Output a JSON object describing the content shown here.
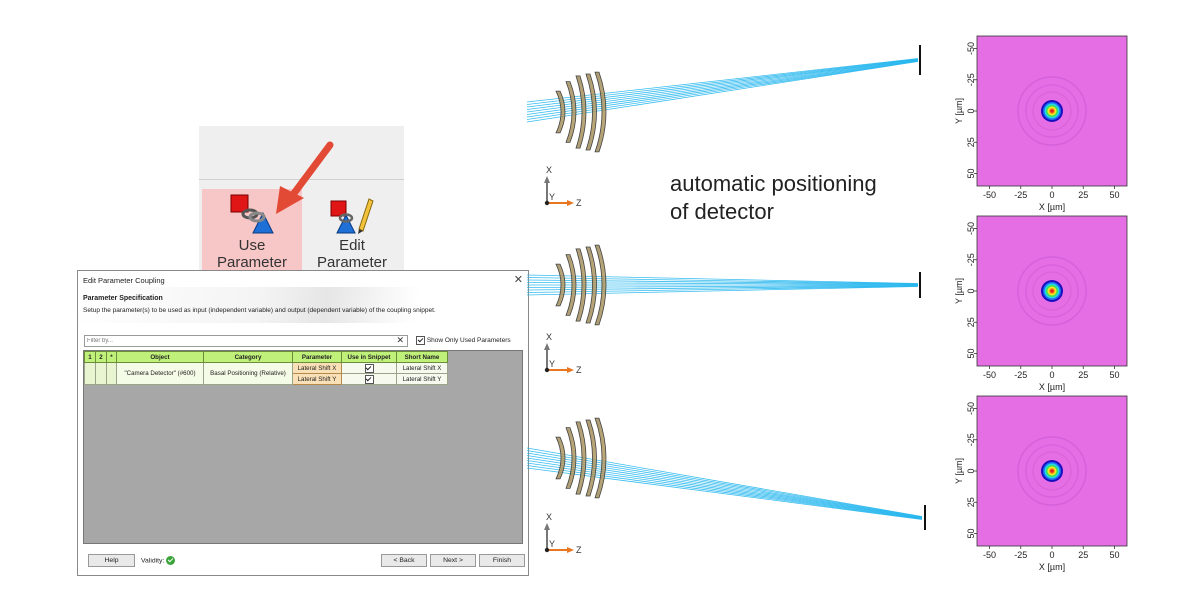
{
  "ribbon": {
    "use_button": "Use Parameter Coupling",
    "edit_button": "Edit Parameter Coupling"
  },
  "dialog": {
    "title": "Edit Parameter Coupling",
    "close": "✕",
    "section_title": "Parameter Specification",
    "description": "Setup the parameter(s) to be used as input (independent variable) and output (dependent variable) of the coupling snippet.",
    "filter_placeholder": "Filter by...",
    "filter_clear": "✕",
    "show_only_used": "Show Only Used Parameters",
    "columns": [
      "1",
      "2",
      "*",
      "Object",
      "Category",
      "Parameter",
      "Use in Snippet",
      "Short Name"
    ],
    "object": "\"Camera Detector\" (#600)",
    "category": "Basal Positioning (Relative)",
    "rows": [
      {
        "parameter": "Lateral Shift X",
        "use": true,
        "short_name": "Lateral Shift X"
      },
      {
        "parameter": "Lateral Shift Y",
        "use": true,
        "short_name": "Lateral Shift Y"
      }
    ],
    "help_button": "Help",
    "validity_label": "Validity:",
    "back_button": "< Back",
    "next_button": "Next >",
    "finish_button": "Finish"
  },
  "annotation": "automatic positioning\nof detector",
  "axes_labels": {
    "x": "X",
    "y": "Y",
    "z": "Z"
  },
  "plots": {
    "xlabel": "X [µm]",
    "ylabel": "Y [µm]",
    "ticks": [
      "-50",
      "-25",
      "0",
      "25",
      "50"
    ],
    "ytick_labels": [
      "50",
      "25",
      "0",
      "-25",
      "-50"
    ],
    "background": "#e56ee4"
  },
  "colors": {
    "ray": "#22b5ee",
    "lens": "#a08a50",
    "highlight": "#f7c6c6",
    "header": "#bff07a"
  }
}
